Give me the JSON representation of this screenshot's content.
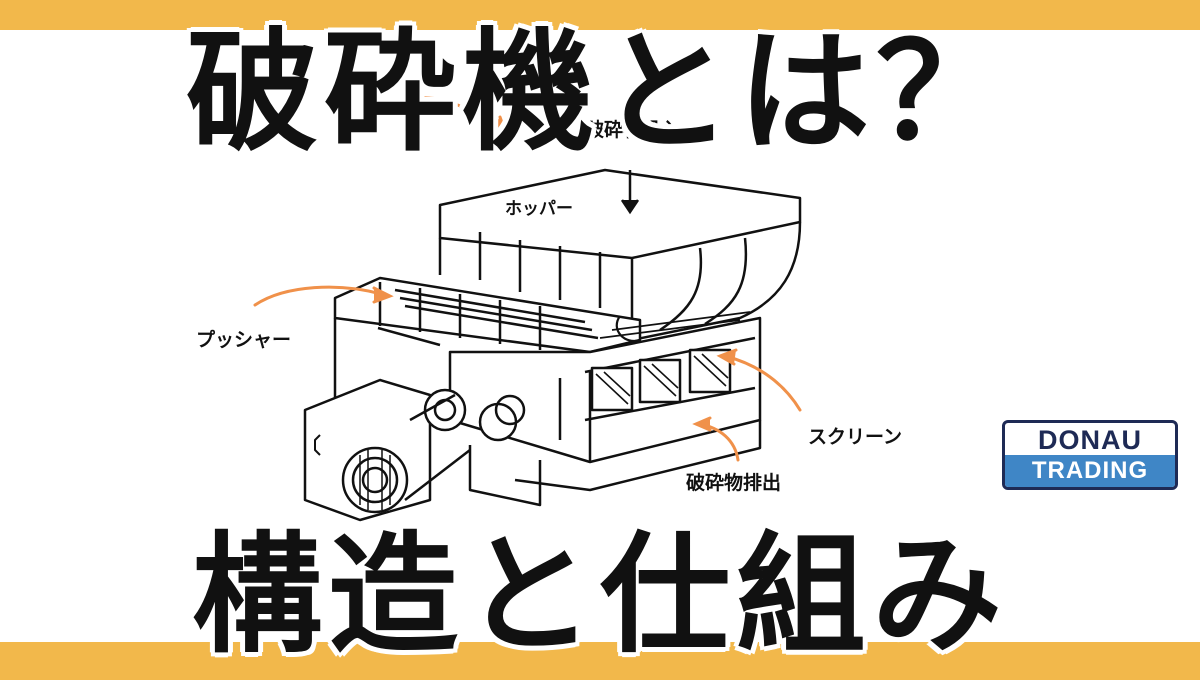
{
  "headline": "破砕機とは？",
  "subheadline": "構造と仕組み",
  "labels": {
    "input": "破砕物投入",
    "hopper": "ホッパー",
    "pusher": "プッシャー",
    "screen": "スクリーン",
    "discharge": "破砕物排出"
  },
  "logo": {
    "line1": "DONAU",
    "line2": "TRADING"
  },
  "colors": {
    "accent_band": "#F2B84B",
    "arrow": "#F0914A",
    "logo_navy": "#1e2a55",
    "logo_blue": "#3f86c6"
  }
}
